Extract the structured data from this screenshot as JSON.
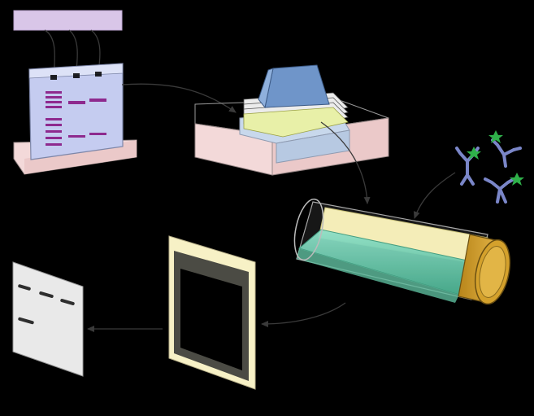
{
  "diagram": {
    "background": "#000000",
    "steps": [
      {
        "name": "sample-loading",
        "label_text": ""
      },
      {
        "name": "gel-electrophoresis"
      },
      {
        "name": "transfer-blotting"
      },
      {
        "name": "antibody-incubation"
      },
      {
        "name": "film-exposure"
      },
      {
        "name": "developed-result"
      }
    ],
    "colors": {
      "sample_label": "#d9c6e8",
      "gel": "#c5ccf0",
      "gel_bands": "#8e2a8e",
      "tray": "#f3d9d9",
      "press_weight": "#6f95c9",
      "tube_fluid": "#6cc7b0",
      "tube_cap": "#d4a12c",
      "antibody": "#7a86c8",
      "antibody_tag": "#2fb04a",
      "film_frame": "#f7f1c6",
      "result_sheet": "#e9e9e9",
      "result_bands": "#2e2e2e"
    }
  }
}
